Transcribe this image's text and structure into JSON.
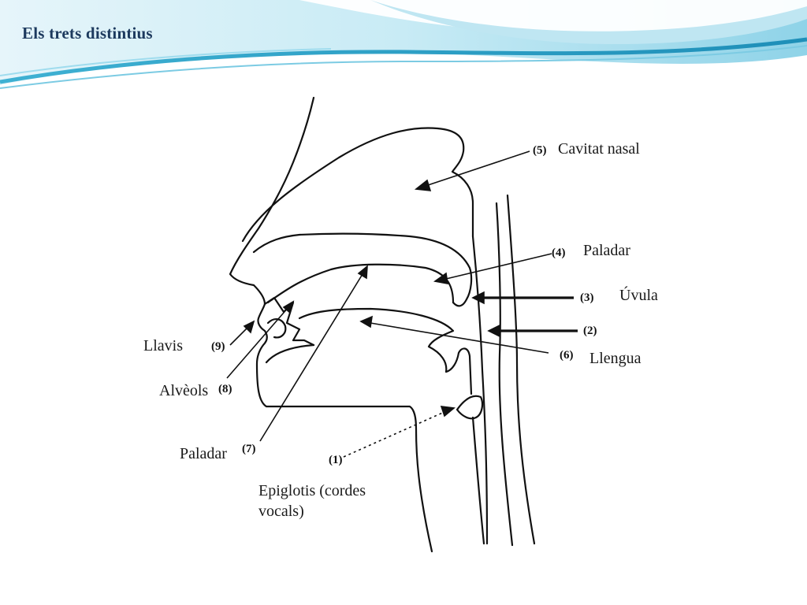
{
  "slide": {
    "title": "Els trets distintius"
  },
  "diagram": {
    "labels": {
      "cavitat_nasal": "Cavitat nasal",
      "paladar_top": "Paladar",
      "uvula": "Úvula",
      "llengua": "Llengua",
      "llavis": "Llavis",
      "alveols": "Alvèols",
      "paladar_bottom": "Paladar",
      "epiglotis": "Epiglotis (cordes vocals)"
    },
    "numbers": {
      "n1": "(1)",
      "n2": "(2)",
      "n3": "(3)",
      "n4": "(4)",
      "n5": "(5)",
      "n6": "(6)",
      "n7": "(7)",
      "n8": "(8)",
      "n9": "(9)"
    }
  },
  "theme": {
    "title_color": "#1d3a5e",
    "wave_dark": "#2a9fc4",
    "wave_light": "#bfe6f2",
    "line_color": "#111111"
  }
}
